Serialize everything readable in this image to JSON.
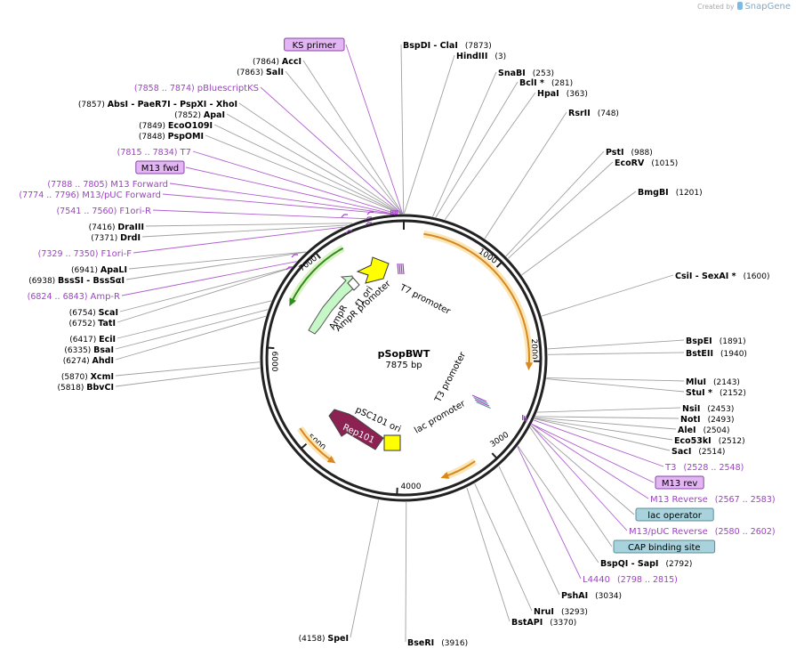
{
  "branding": {
    "created_by": "Created by",
    "product": "SnapGene"
  },
  "plasmid": {
    "name": "pSopBWT",
    "length_label": "7875 bp",
    "length": 7875
  },
  "colors": {
    "site": "#000000",
    "site_line": "#a0a0a0",
    "primer": "#a040c8",
    "primer_line": "#b060d0",
    "primer_box_fill": "#e2b6f2",
    "primer_box_stroke": "#8a44a8",
    "feature_box_fill": "#a8d2dc",
    "feature_box_stroke": "#5a8e9a",
    "ori": "#ffff00",
    "ampr": "#c6f7c6",
    "rep101": "#8b2252",
    "orange_arrow": "#d9881e",
    "green_arrow": "#2e8b1e"
  },
  "ticks": [
    "1000",
    "2000",
    "3000",
    "4000",
    "5000",
    "6000",
    "7000"
  ],
  "feature_labels": [
    "T7 promoter",
    "f1 ori",
    "AmpR",
    "AmpR promoter",
    "T3 promoter",
    "lac promoter",
    "pSC101 ori",
    "Rep101"
  ],
  "labels": [
    {
      "kind": "site",
      "name": "BspDI",
      "tail": "  -  ClaI",
      "pos": "(7873)"
    },
    {
      "kind": "site",
      "name": "HindIII",
      "pos": "(3)"
    },
    {
      "kind": "site",
      "name": "SnaBI",
      "pos": "(253)"
    },
    {
      "kind": "site",
      "name": "BclI *",
      "pos": "(281)"
    },
    {
      "kind": "site",
      "name": "HpaI",
      "pos": "(363)"
    },
    {
      "kind": "site",
      "name": "RsrII",
      "pos": "(748)"
    },
    {
      "kind": "site",
      "name": "PstI",
      "pos": "(988)"
    },
    {
      "kind": "site",
      "name": "EcoRV",
      "pos": "(1015)"
    },
    {
      "kind": "site",
      "name": "BmgBI",
      "pos": "(1201)"
    },
    {
      "kind": "site",
      "name": "CsiI",
      "tail": "  -  SexAI *",
      "pos": "(1600)"
    },
    {
      "kind": "site",
      "name": "BspEI",
      "pos": "(1891)"
    },
    {
      "kind": "site",
      "name": "BstEII",
      "pos": "(1940)"
    },
    {
      "kind": "site",
      "name": "MluI",
      "pos": "(2143)"
    },
    {
      "kind": "site",
      "name": "StuI *",
      "pos": "(2152)"
    },
    {
      "kind": "site",
      "name": "NsiI",
      "pos": "(2453)"
    },
    {
      "kind": "site",
      "name": "NotI",
      "pos": "(2493)"
    },
    {
      "kind": "site",
      "name": "AleI",
      "pos": "(2504)"
    },
    {
      "kind": "site",
      "name": "Eco53kI",
      "pos": "(2512)"
    },
    {
      "kind": "site",
      "name": "SacI",
      "pos": "(2514)"
    },
    {
      "kind": "primer",
      "name": "T3",
      "pos": "(2528 .. 2548)"
    },
    {
      "kind": "pbox",
      "name": "M13 rev"
    },
    {
      "kind": "primer",
      "name": "M13 Reverse",
      "pos": "(2567 .. 2583)"
    },
    {
      "kind": "fbox",
      "name": "lac operator"
    },
    {
      "kind": "primer",
      "name": "M13/pUC Reverse",
      "pos": "(2580 .. 2602)"
    },
    {
      "kind": "fbox",
      "name": "CAP binding site"
    },
    {
      "kind": "site",
      "name": "BspQI",
      "tail": "  -  SapI",
      "pos": "(2792)"
    },
    {
      "kind": "primer",
      "name": "L4440",
      "pos": "(2798 .. 2815)"
    },
    {
      "kind": "site",
      "name": "PshAI",
      "pos": "(3034)"
    },
    {
      "kind": "site",
      "name": "NruI",
      "pos": "(3293)"
    },
    {
      "kind": "site",
      "name": "BstAPI",
      "pos": "(3370)"
    },
    {
      "kind": "site",
      "name": "BseRI",
      "pos": "(3916)"
    },
    {
      "kind": "site",
      "name": "SpeI",
      "pos": "(4158)"
    },
    {
      "kind": "site",
      "name": "BbvCI",
      "pos": "(5818)"
    },
    {
      "kind": "site",
      "name": "XcmI",
      "pos": "(5870)"
    },
    {
      "kind": "site",
      "name": "AhdI",
      "pos": "(6274)"
    },
    {
      "kind": "site",
      "name": "BsaI",
      "pos": "(6335)"
    },
    {
      "kind": "site",
      "name": "EciI",
      "pos": "(6417)"
    },
    {
      "kind": "site",
      "name": "TatI",
      "pos": "(6752)"
    },
    {
      "kind": "site",
      "name": "ScaI",
      "pos": "(6754)"
    },
    {
      "kind": "primer",
      "name": "Amp-R",
      "pos": "(6824 .. 6843)"
    },
    {
      "kind": "site",
      "name": "BssSI",
      "tail": "  -  BssSαI",
      "pos": "(6938)"
    },
    {
      "kind": "site",
      "name": "ApaLI",
      "pos": "(6941)"
    },
    {
      "kind": "primer",
      "name": "F1ori-F",
      "pos": "(7329 .. 7350)"
    },
    {
      "kind": "site",
      "name": "DrdI",
      "pos": "(7371)"
    },
    {
      "kind": "site",
      "name": "DraIII",
      "pos": "(7416)"
    },
    {
      "kind": "primer",
      "name": "F1ori-R",
      "pos": "(7541 .. 7560)"
    },
    {
      "kind": "primer",
      "name": "M13/pUC Forward",
      "pos": "(7774 .. 7796)"
    },
    {
      "kind": "primer",
      "name": "M13 Forward",
      "pos": "(7788 .. 7805)"
    },
    {
      "kind": "pbox",
      "name": "M13 fwd"
    },
    {
      "kind": "primer",
      "name": "T7",
      "pos": "(7815 .. 7834)"
    },
    {
      "kind": "site",
      "name": "PspOMI",
      "pos": "(7848)"
    },
    {
      "kind": "site",
      "name": "EcoO109I",
      "pos": "(7849)"
    },
    {
      "kind": "site",
      "name": "ApaI",
      "pos": "(7852)"
    },
    {
      "kind": "site",
      "name": "AbsI",
      "tail": "  -  PaeR7I  -  PspXI  -  XhoI",
      "pos": "(7857)"
    },
    {
      "kind": "primer",
      "name": "pBluescriptKS",
      "pos": "(7858 .. 7874)"
    },
    {
      "kind": "site",
      "name": "SalI",
      "pos": "(7863)"
    },
    {
      "kind": "site",
      "name": "AccI",
      "pos": "(7864)"
    },
    {
      "kind": "pbox",
      "name": "KS primer"
    }
  ]
}
